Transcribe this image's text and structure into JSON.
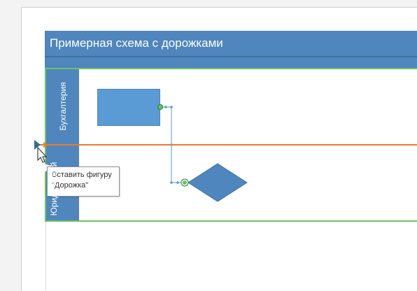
{
  "diagram": {
    "title": "Примерная схема с дорожками",
    "lanes": [
      {
        "label": "Бухгалтерия"
      },
      {
        "label": "Юридический"
      }
    ],
    "tooltip": {
      "line1": "Вставить фигуру",
      "line2": "\"Дорожка\""
    }
  },
  "colors": {
    "header": "#4f86bd",
    "shape": "#5b9bd5",
    "diamond": "#4f86bd",
    "selection": "#6cc267",
    "insert_line": "#ef7a2a",
    "connector": "#5b9bd5"
  },
  "icons": {
    "insert_marker": "triangle-right-icon",
    "cursor": "arrow-cursor-icon"
  }
}
